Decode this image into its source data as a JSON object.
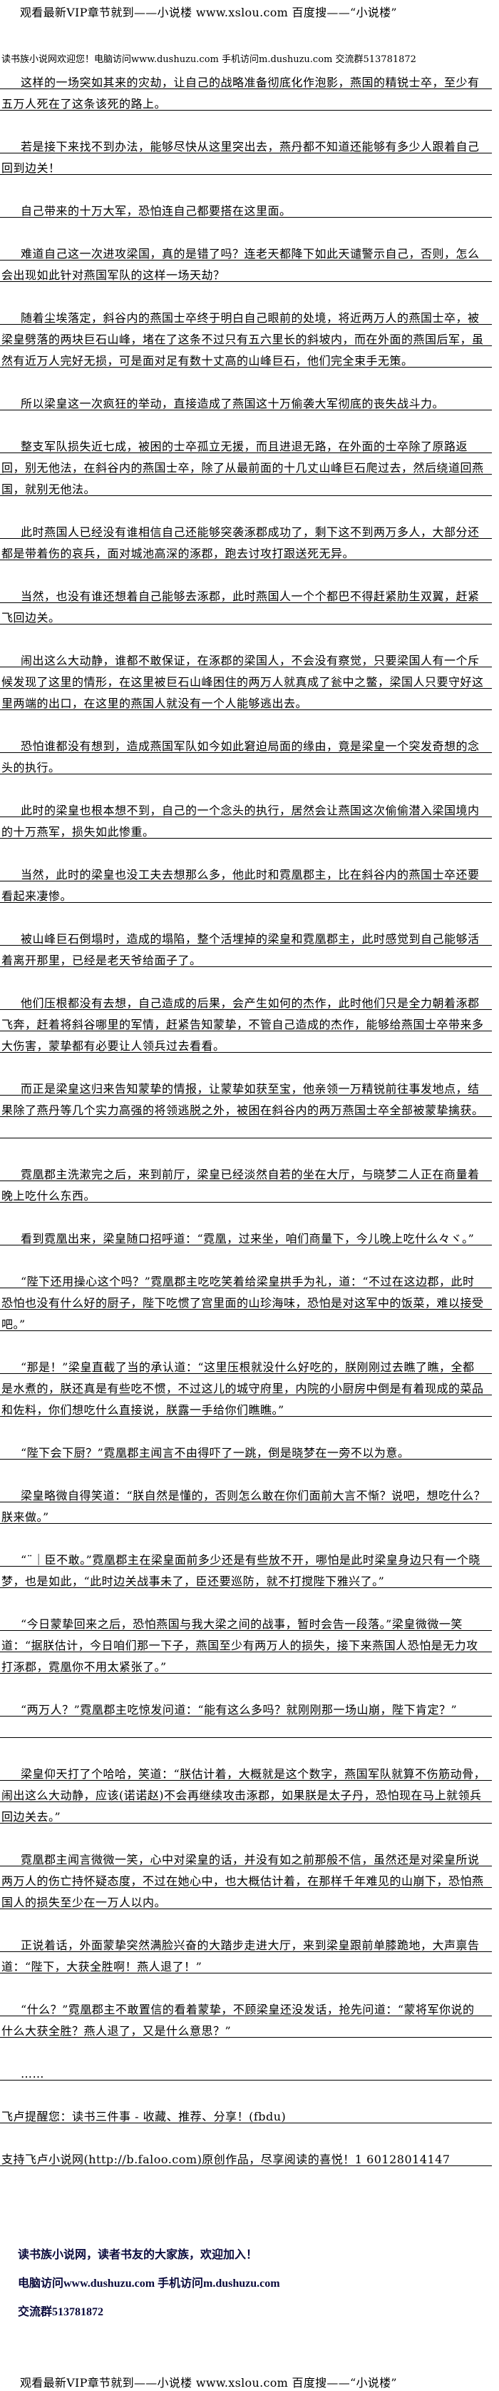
{
  "header": {
    "banner": "观看最新VIP章节就到——小说楼 www.xslou.com 百度搜——“小说楼”",
    "notice": "读书族小说网欢迎您！电脑访问www.dushuzu.com 手机访问m.dushuzu.com 交流群513781872"
  },
  "paragraphs": [
    {
      "text": "这样的一场突如其来的灾劫，让自己的战略准备彻底化作泡影，燕国的精锐士卒，至少有五万人死在了这条该死的路上。"
    },
    {
      "text": "若是接下来找不到办法，能够尽快从这里突出去，燕丹都不知道还能够有多少人跟着自己回到边关！"
    },
    {
      "text": "自己带来的十万大军，恐怕连自己都要搭在这里面。"
    },
    {
      "text": "难道自己这一次进攻梁国，真的是错了吗？连老天都降下如此天谴警示自己，否则，怎么会出现如此针对燕国军队的这样一场天劫？"
    },
    {
      "text": "随着尘埃落定，斜谷内的燕国士卒终于明白自己眼前的处境，将近两万人的燕国士卒，被梁皇劈落的两块巨石山峰，堵在了这条不过只有五六里长的斜坡内，而在外面的燕国后军，虽然有近万人完好无损，可是面对足有数十丈高的山峰巨石，他们完全束手无策。"
    },
    {
      "text": "所以梁皇这一次疯狂的举动，直接造成了燕国这十万偷袭大军彻底的丧失战斗力。"
    },
    {
      "text": "整支军队损失近七成，被困的士卒孤立无援，而且进退无路，在外面的士卒除了原路返回，别无他法，在斜谷内的燕国士卒，除了从最前面的十几丈山峰巨石爬过去，然后绕道回燕国，就别无他法。"
    },
    {
      "text": "此时燕国人已经没有谁相信自己还能够突袭涿郡成功了，剩下这不到两万多人，大部分还都是带着伤的哀兵，面对城池高深的涿郡，跑去讨攻打跟送死无异。"
    },
    {
      "text": "当然，也没有谁还想着自己能够去涿郡，此时燕国人一个个都巴不得赶紧肋生双翼，赶紧飞回边关。"
    },
    {
      "text": "闹出这么大动静，谁都不敢保证，在涿郡的梁国人，不会没有察觉，只要梁国人有一个斥候发现了这里的情形，在这里被巨石山峰困住的两万人就真成了瓮中之鳖，梁国人只要守好这里两端的出口，在这里的燕国人就没有一个人能够逃出去。"
    },
    {
      "text": "恐怕谁都没有想到，造成燕国军队如今如此窘迫局面的缘由，竟是梁皇一个突发奇想的念头的执行。"
    },
    {
      "text": "此时的梁皇也根本想不到，自己的一个念头的执行，居然会让燕国这次偷偷潜入梁国境内的十万燕军，损失如此惨重。"
    },
    {
      "text": "当然，此时的梁皇也没工夫去想那么多，他此时和霓凰郡主，比在斜谷内的燕国士卒还要看起来凄惨。"
    },
    {
      "text": "被山峰巨石倒塌时，造成的塌陷，整个活埋掉的梁皇和霓凰郡主，此时感觉到自己能够活着离开那里，已经是老天爷给面子了。"
    },
    {
      "text": "他们压根都没有去想，自己造成的后果，会产生如何的杰作，此时他们只是全力朝着涿郡飞奔，赶着将斜谷哪里的军情，赶紧告知蒙挚，不管自己造成的杰作，能够给燕国士卒带来多大伤害，蒙挚都有必要让人领兵过去看看。"
    },
    {
      "text": "而正是梁皇这归来告知蒙挚的情报，让蒙挚如获至宝，他亲领一万精锐前往事发地点，结果除了燕丹等几个实力高强的将领逃脱之外，被困在斜谷内的两万燕国士卒全部被蒙挚擒获。",
      "trail": true
    },
    {
      "text": "霓凰郡主洗漱完之后，来到前厅，梁皇已经淡然自若的坐在大厅，与晓梦二人正在商量着晚上吃什么东西。"
    },
    {
      "text": "看到霓凰出来，梁皇随口招呼道：“霓凰，过来坐，咱们商量下，今儿晚上吃什么々ヾ。”"
    },
    {
      "text": "“陛下还用操心这个吗？”霓凰郡主吃吃笑着给梁皇拱手为礼，道：“不过在这边郡，此时恐怕也没有什么好的厨子，陛下吃惯了宫里面的山珍海味，恐怕是对这军中的饭菜，难以接受吧。”"
    },
    {
      "text": "“那是！”梁皇直截了当的承认道：“这里压根就没什么好吃的，朕刚刚过去瞧了瞧，全都是水煮的，朕还真是有些吃不惯，不过这儿的城守府里，内院的小厨房中倒是有着现成的菜品和佐料，你们想吃什么直接说，朕露一手给你们瞧瞧。”"
    },
    {
      "text": "“陛下会下厨？”霓凰郡主闻言不由得吓了一跳，倒是晓梦在一旁不以为意。"
    },
    {
      "text": "梁皇略微自得笑道：“朕自然是懂的，否则怎么敢在你们面前大言不惭？说吧，想吃什么？朕来做。”"
    },
    {
      "text": "“¨｜臣不敢。”霓凰郡主在梁皇面前多少还是有些放不开，哪怕是此时梁皇身边只有一个晓梦，也是如此，“此时边关战事未了，臣还要巡防，就不打搅陛下雅兴了。”"
    },
    {
      "text": "“今日蒙挚回来之后，恐怕燕国与我大梁之间的战事，暂时会告一段落。”梁皇微微一笑道：“据朕估计，今日咱们那一下子，燕国至少有两万人的损失，接下来燕国人恐怕是无力攻打涿郡，霓凰你不用太紧张了。”"
    },
    {
      "text": "“两万人？”霓凰郡主吃惊发问道：“能有这么多吗？就刚刚那一场山崩，陛下肯定？”",
      "trail": true
    },
    {
      "text": "梁皇仰天打了个哈哈，笑道：“朕估计着，大概就是这个数字，燕国军队就算不伤筋动骨，闹出这么大动静，应该(诺诺赵)不会再继续攻击涿郡，如果朕是太子丹，恐怕现在马上就领兵回边关去。”"
    },
    {
      "text": "霓凰郡主闻言微微一笑，心中对梁皇的话，并没有如之前那般不信，虽然还是对梁皇所说两万人的伤亡持怀疑态度，不过在她心中，也大概估计着，在那样千年难见的山崩下，恐怕燕国人的损失至少在一万人以内。"
    },
    {
      "text": "正说着话，外面蒙挚突然满脸兴奋的大踏步走进大厅，来到梁皇跟前单膝跪地，大声禀告道：“陛下，大获全胜啊！燕人退了！”"
    },
    {
      "text": "“什么？”霓凰郡主不敢置信的看着蒙挚，不顾梁皇还没发话，抢先问道：“蒙将军你说的什么大获全胜？燕人退了，又是什么意思？”"
    },
    {
      "text": "……"
    }
  ],
  "afterword": {
    "reminder": "飞卢提醒您：读书三件事 - 收藏、推荐、分享！(fbdu)",
    "support": "支持飞卢小说网(http://b.faloo.com)原创作品，尽享阅读的喜悦！1 60128014147"
  },
  "footer": {
    "welcome": "读书族小说网，读者书友的大家族，欢迎加入！",
    "urls": "电脑访问www.dushuzu.com 手机访问m.dushuzu.com",
    "group": "交流群513781872",
    "banner": "观看最新VIP章节就到——小说楼 www.xslou.com 百度搜——“小说楼”"
  }
}
